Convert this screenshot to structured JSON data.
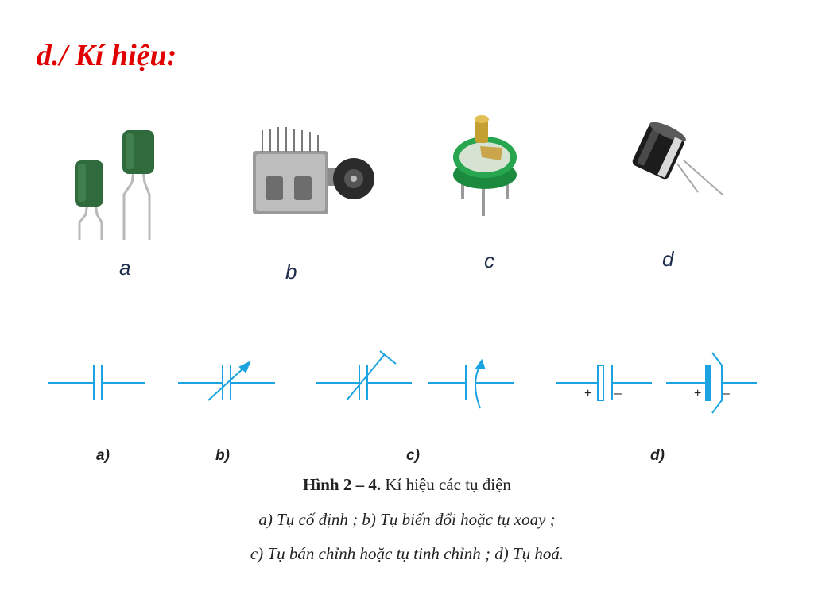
{
  "slide": {
    "title": "d./ Kí hiệu:"
  },
  "photos": [
    {
      "label": "a",
      "icon": "film-capacitor-icon"
    },
    {
      "label": "b",
      "icon": "variable-capacitor-icon"
    },
    {
      "label": "c",
      "icon": "trimmer-capacitor-icon"
    },
    {
      "label": "d",
      "icon": "electrolytic-capacitor-icon"
    }
  ],
  "symbols": {
    "labels": [
      "a)",
      "b)",
      "c)",
      "d)"
    ],
    "line_color": "#1aa3e0",
    "polarity_plus": "+",
    "polarity_minus": "–"
  },
  "caption": {
    "title_bold": "Hình 2 – 4.",
    "title_rest": " Kí hiệu các tụ điện",
    "line1": "a) Tụ cố định ; b) Tụ biến đổi hoặc tụ xoay ;",
    "line2": "c) Tụ bán chỉnh hoặc tụ tinh chỉnh ; d) Tụ hoá."
  }
}
